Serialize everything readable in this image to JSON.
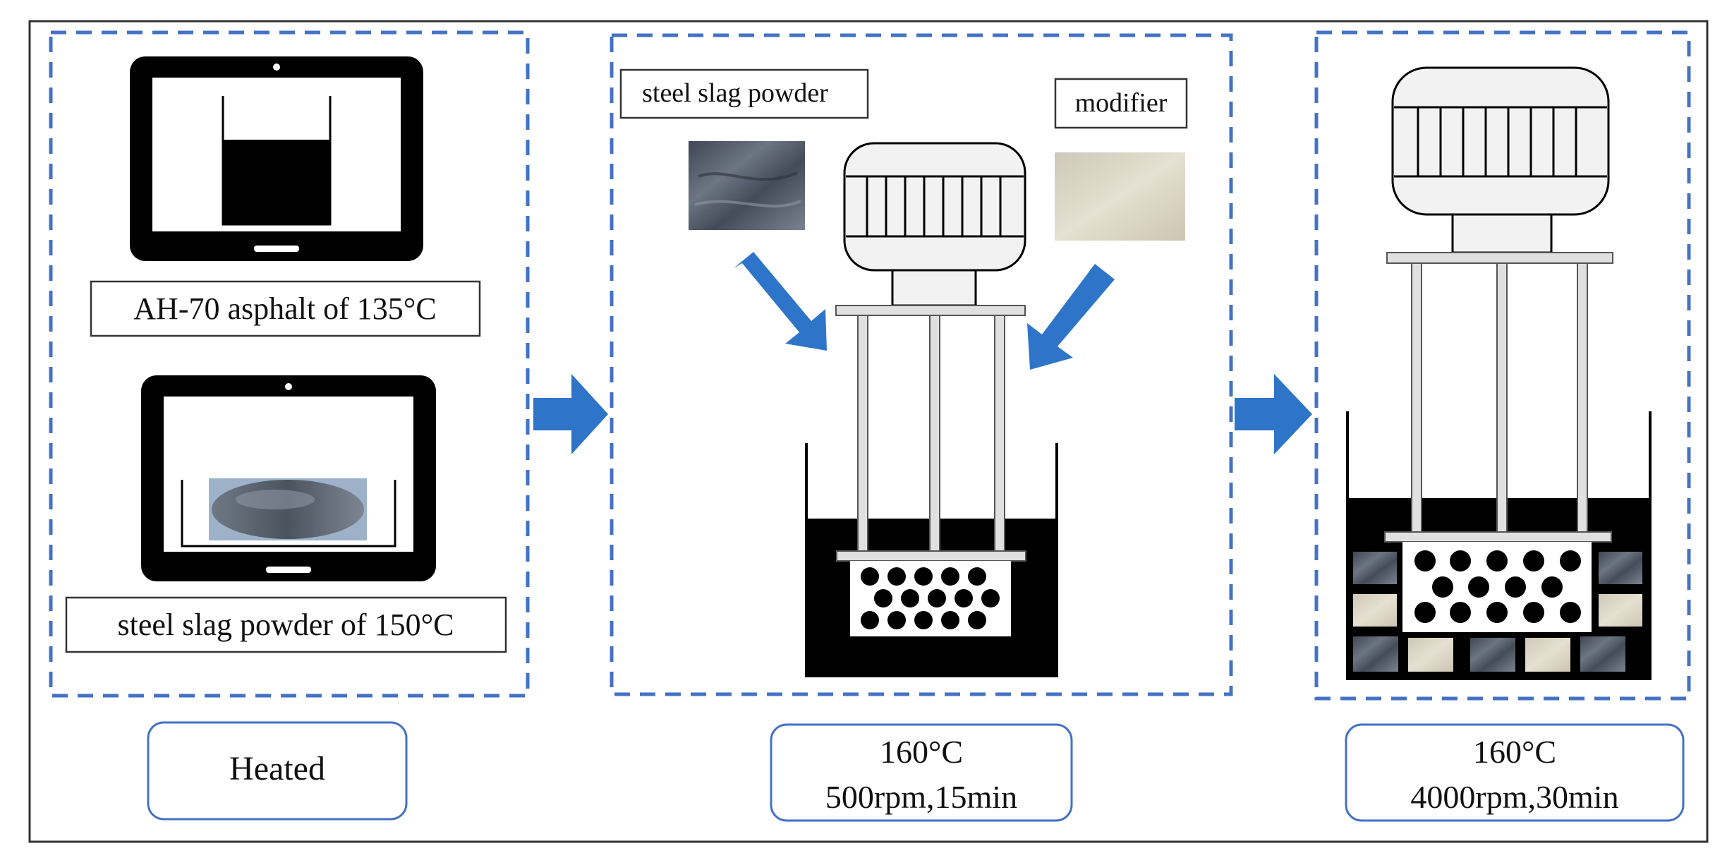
{
  "panel1": {
    "asphalt_label": "AH-70 asphalt of 135°C",
    "slag_label": "steel slag powder of 150°C",
    "step_label": "Heated"
  },
  "panel2": {
    "slag_tag": "steel slag powder",
    "modifier_tag": "modifier",
    "condition_temp": "160°C",
    "condition_speed": "500rpm,15min"
  },
  "panel3": {
    "condition_temp": "160°C",
    "condition_speed": "4000rpm,30min"
  },
  "colors": {
    "dashed_border": "#4472c4",
    "arrow": "#2e75c9",
    "asphalt": "#000000",
    "slag": "#5b6470",
    "modifier": "#d9d2c2"
  }
}
